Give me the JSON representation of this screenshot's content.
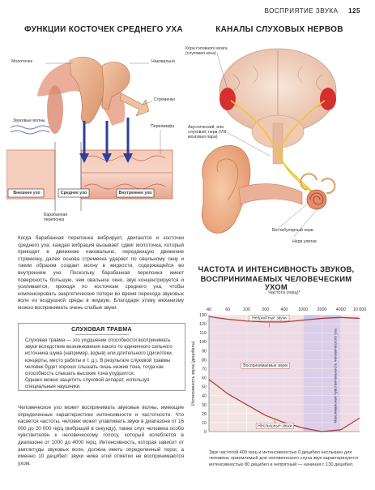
{
  "header": {
    "section": "ВОСПРИЯТИЕ ЗВУКА",
    "page_number": "125"
  },
  "left_title": "ФУНКЦИИ КОСТОЧЕК СРЕДНЕГО УХА",
  "right_title": "КАНАЛЫ СЛУХОВЫХ НЕРВОВ",
  "ossicle_labels": {
    "malleus": "Молоточек",
    "incus": "Наковальня",
    "stapes": "Стремечко",
    "sound_waves": "Звуковые волны",
    "perilymph": "Перилимфа",
    "outer_ear": "Внешнее ухо",
    "middle_ear": "Среднее ухо",
    "inner_ear": "Внутреннее ухо",
    "eardrum": "Барабанная перепонка"
  },
  "nerve_labels": {
    "auditory_cortex": "Кора головного мозга (слуховая зона)",
    "acoustic_nerve": "Акустический, или слуховой, нерв (VIII мозговая пара)",
    "vestibular_nerve": "Вестибулярный нерв",
    "snail_nerve": "Нерв улитки"
  },
  "left_paragraph": "Когда барабанная перепонка вибрирует, двигаются и косточки среднего уха: каждая вибрация вызывает сдвиг молоточка, который приводит в движение наковальню, передающую движение стремечку, далее основа стремечка ударяет по овальному окну и таким образом создает волну в жидкости, содержащейся во внутреннем ухе. Поскольку барабанная перепонка имеет поверхность большую, чем овальное окно, звук концентрируется и усиливается, проходя по косточкам среднего уха, чтобы компенсировать энергетические потери во время перехода звуковых волн из воздушной среды в жидкую. Благодаря этому механизму можно воспринимать очень слабые звуки.",
  "trauma_box": {
    "title": "СЛУХОВАЯ ТРАВМА",
    "text": "Слуховая травма — это ухудшение способности воспринимать звуки вследствие возникновения какого-то единичного сильного источника шума (например, взрыв) или длительного (дискотеки, концерты, место работы и т. д.). В результате слуховой травмы человек будет хорошо слышать лишь низкие тона, тогда как способность слышать высокие тона ухудшится.",
    "text2": "Однако можно защитить слуховой аппарат, используя специальные наушники."
  },
  "bottom_paragraph": "Человеческое ухо может воспринимать звуковые волны, имеющие определенные характеристики интенсивности и частотности. Что касается частоты, человек может улавливать звуки в диапазоне от 16 000 до 20 000 герц (вибраций в секунду), также слух человека особо чувствителен к человеческому голосу, который колеблется в диапазоне от 1000 до 4000 герц. Интенсивность, которая зависит от амплитуды звуковых волн, должна иметь определенный порог, а именно 10 децибел: звуки ниже этой отметки не воспринимаются ухом.",
  "chart_title_1": "ЧАСТОТА И ИНТЕНСИВНОСТЬ ЗВУКОВ,",
  "chart_title_2": "ВОСПРИНИМАЕМЫХ ЧЕЛОВЕЧЕСКИМ УХОМ",
  "chart_caption": "Звук частотой 400 герц и интенсивностью 0 децибел неслышен для человека; приемлемый для человеческого слуха звук характеризуется интенсивностью 80 децибел и непрятный — начиная с 130 децибел.",
  "chart_data": {
    "type": "area",
    "xlabel": "Частота (герц)*",
    "ylabel": "Интенсивность звука (децибелы)",
    "x_ticks": [
      "40",
      "60",
      "100",
      "200",
      "400",
      "1000",
      "2000",
      "4000",
      "10 000"
    ],
    "ylim": [
      0,
      130
    ],
    "y_ticks": [
      0,
      10,
      20,
      30,
      40,
      50,
      60,
      70,
      80,
      90,
      100,
      110,
      120,
      130
    ],
    "annotations": {
      "unpleasant": "Неприятные звуки",
      "perceived": "Воспринимаемые звуки",
      "max_sensitivity": "Максимальная чувствительность человеческого уха",
      "inaudible": "Неслышные звуки"
    },
    "highlight_range": [
      "1000",
      "4000"
    ],
    "upper_curve": [
      128,
      125,
      123,
      122,
      122,
      124,
      126,
      127,
      126
    ],
    "lower_curve": [
      58,
      42,
      30,
      18,
      10,
      4,
      0,
      2,
      15
    ]
  }
}
